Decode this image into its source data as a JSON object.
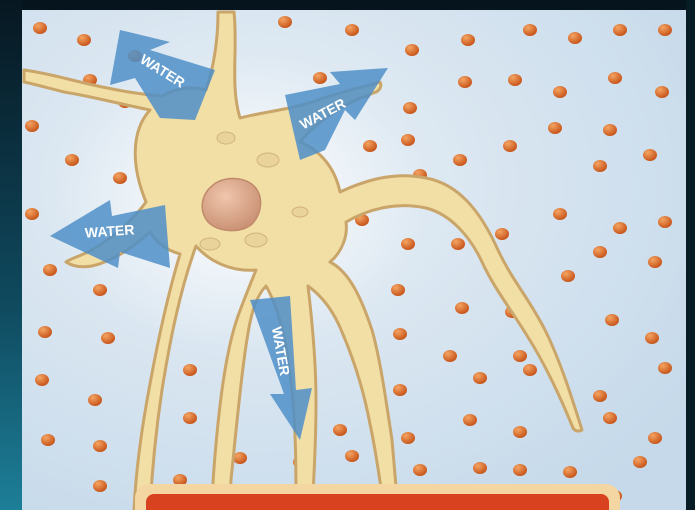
{
  "colors": {
    "frame_dark": "#06141d",
    "frame_teal": "#1c6f8a",
    "background": "#cfe0ee",
    "cell_body": "#f2dfa6",
    "cell_outline": "#caa56a",
    "nucleus": "#dca88a",
    "solute": "#d86a22",
    "arrow": "#4f8fc8",
    "banner_border": "#f3d6a2",
    "banner_fill": "#d8421e"
  },
  "arrows": [
    {
      "id": "arrow-water-top-left",
      "label": "WATER"
    },
    {
      "id": "arrow-water-top-right",
      "label": "WATER"
    },
    {
      "id": "arrow-water-left",
      "label": "WATER"
    },
    {
      "id": "arrow-water-down",
      "label": "WATER"
    }
  ]
}
